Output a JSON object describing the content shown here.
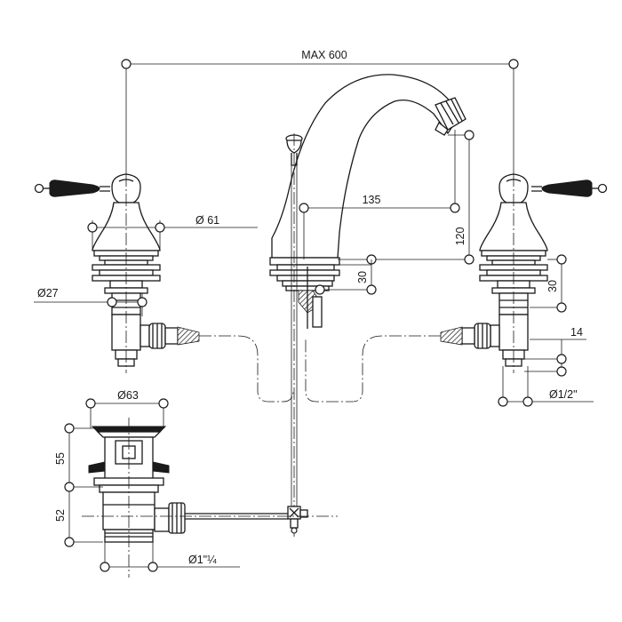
{
  "dimensions": {
    "max_width": "MAX 600",
    "spout_reach": "135",
    "spout_height": "120",
    "spout_base": "30",
    "handle_diameter": "Ø 61",
    "shank_diameter": "Ø27",
    "shank_height": "30",
    "connector_length": "14",
    "thread": "Ø1/2\"",
    "drain_diameter": "Ø63",
    "drain_upper": "55",
    "drain_lower": "52",
    "drain_thread": "Ø1\"¼"
  }
}
